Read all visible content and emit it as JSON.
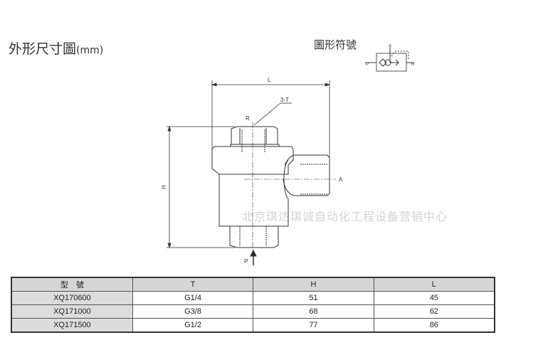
{
  "title": {
    "text": "外形尺寸圖",
    "unit": "(mm)"
  },
  "symbol": {
    "title": "圖形符號",
    "ports": {
      "a": "A",
      "p": "P",
      "r": "R"
    }
  },
  "drawing": {
    "dim_l": "L",
    "dim_h": "H",
    "thread": "3-T",
    "port_r": "R",
    "port_a": "A",
    "port_p": "P"
  },
  "watermark": "北京琪达琪诚自动化工程设备营销中心",
  "table": {
    "headers": [
      "型　號",
      "T",
      "H",
      "L"
    ],
    "rows": [
      [
        "XQ170600",
        "G1/4",
        "51",
        "45"
      ],
      [
        "XQ171000",
        "G3/8",
        "68",
        "62"
      ],
      [
        "XQ171500",
        "G1/2",
        "77",
        "86"
      ]
    ]
  }
}
